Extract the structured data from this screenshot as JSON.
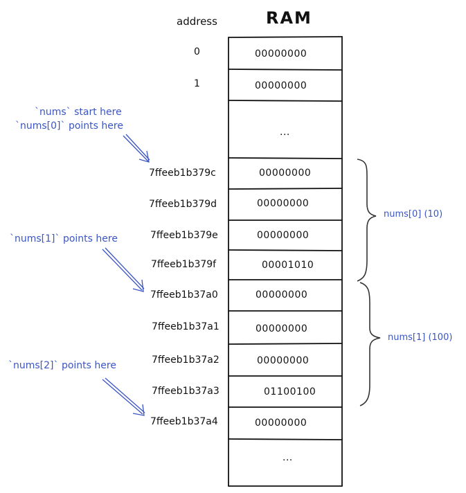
{
  "header": {
    "address_label": "address",
    "ram_label": "RAM"
  },
  "rows": [
    {
      "address": "0",
      "value": "00000000"
    },
    {
      "address": "1",
      "value": "00000000"
    },
    {
      "address": "",
      "value": "..."
    },
    {
      "address": "7ffeeb1b379c",
      "value": "00000000"
    },
    {
      "address": "7ffeeb1b379d",
      "value": "00000000"
    },
    {
      "address": "7ffeeb1b379e",
      "value": "00000000"
    },
    {
      "address": "7ffeeb1b379f",
      "value": "00001010"
    },
    {
      "address": "7ffeeb1b37a0",
      "value": "00000000"
    },
    {
      "address": "7ffeeb1b37a1",
      "value": "00000000"
    },
    {
      "address": "7ffeeb1b37a2",
      "value": "00000000"
    },
    {
      "address": "7ffeeb1b37a3",
      "value": "01100100"
    },
    {
      "address": "7ffeeb1b37a4",
      "value": "00000000"
    },
    {
      "address": "",
      "value": "..."
    }
  ],
  "annotations": {
    "nums_start": "`nums` start here",
    "nums0_points": "`nums[0]` points here",
    "nums1_points": "`nums[1]` points here",
    "nums2_points": "`nums[2]` points here"
  },
  "braces": {
    "nums0_label": "nums[0] (10)",
    "nums1_label": "nums[1] (100)"
  },
  "colors": {
    "ink": "#111111",
    "annotation": "#3b55c4"
  }
}
